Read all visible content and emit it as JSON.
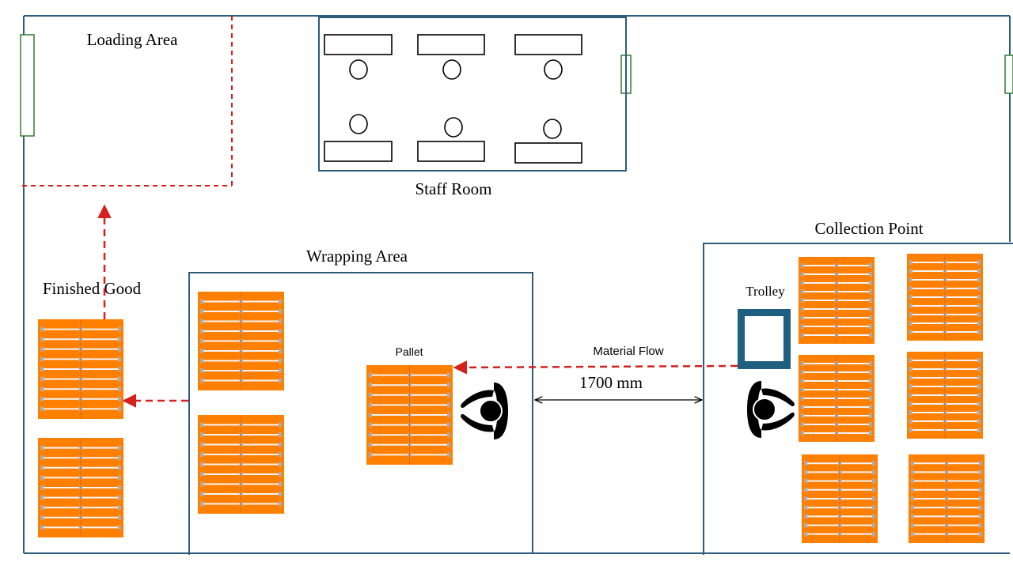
{
  "labels": {
    "loading_area": "Loading Area",
    "staff_room": "Staff Room",
    "collection_point": "Collection Point",
    "wrapping_area": "Wrapping Area",
    "finished_good": "Finished Good",
    "trolley": "Trolley",
    "pallet": "Pallet",
    "material_flow": "Material Flow",
    "distance": "1700 mm"
  },
  "colors": {
    "wall": "#2e5b7a",
    "door": "#2e7d32",
    "pallet": "#ff7f00",
    "pallet_slat": "#f4f4f4",
    "pallet_block": "#b4a8a0",
    "flow_arrow": "#d6201c",
    "trolley": "#1f5f7f",
    "operator": "#000000"
  },
  "icons": {
    "operator": "person-top-view-icon",
    "trolley": "trolley-icon",
    "pallet": "pallet-icon",
    "door": "door-icon"
  }
}
